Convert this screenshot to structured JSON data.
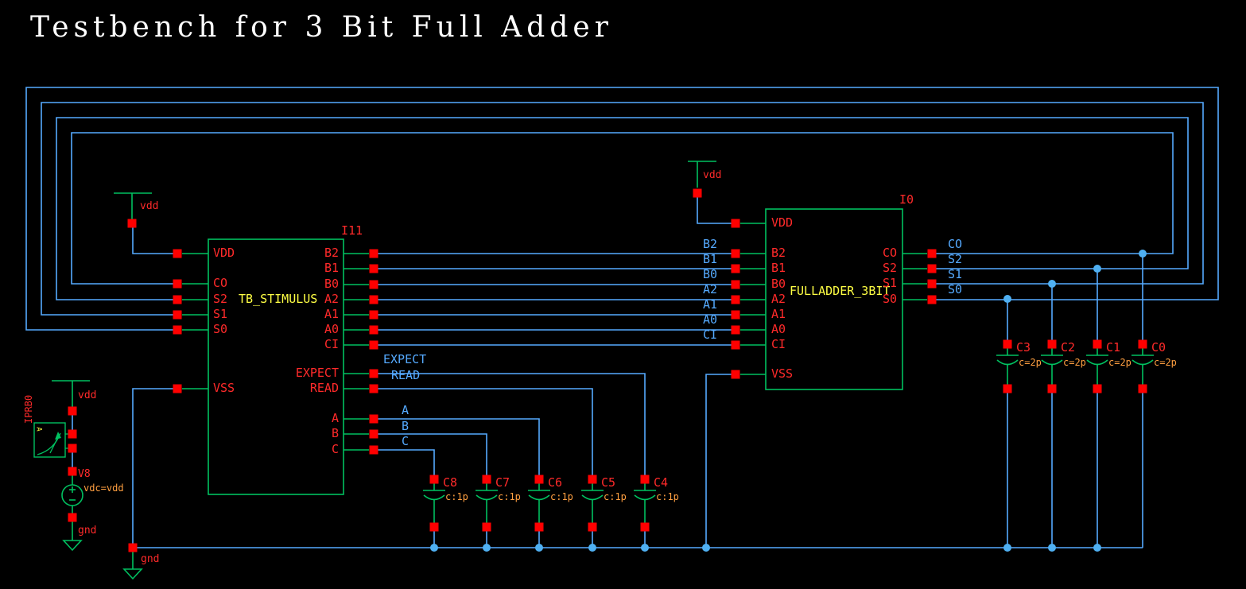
{
  "title": "Testbench for 3 Bit Full Adder",
  "tb": {
    "instance": "I11",
    "name": "TB_STIMULUS",
    "pins_left": [
      "VDD",
      "CO",
      "S2",
      "S1",
      "S0",
      "VSS"
    ],
    "pins_right": [
      "B2",
      "B1",
      "B0",
      "A2",
      "A1",
      "A0",
      "CI",
      "EXPECT",
      "READ",
      "A",
      "B",
      "C"
    ]
  },
  "fa": {
    "instance": "I0",
    "name": "FULLADDER_3BIT",
    "pins_left": [
      "VDD",
      "B2",
      "B1",
      "B0",
      "A2",
      "A1",
      "A0",
      "CI",
      "VSS"
    ],
    "pins_right": [
      "CO",
      "S2",
      "S1",
      "S0"
    ]
  },
  "nets": {
    "bus": [
      "B2",
      "B1",
      "B0",
      "A2",
      "A1",
      "A0",
      "CI"
    ],
    "outputs": [
      "CO",
      "S2",
      "S1",
      "S0"
    ],
    "stim": [
      "EXPECT",
      "READ",
      "A",
      "B",
      "C"
    ]
  },
  "caps_mid": [
    {
      "name": "C8",
      "value": "c:1p"
    },
    {
      "name": "C7",
      "value": "c:1p"
    },
    {
      "name": "C6",
      "value": "c:1p"
    },
    {
      "name": "C5",
      "value": "c:1p"
    },
    {
      "name": "C4",
      "value": "c:1p"
    }
  ],
  "caps_right": [
    {
      "name": "C3",
      "value": "c=2p"
    },
    {
      "name": "C2",
      "value": "c=2p"
    },
    {
      "name": "C1",
      "value": "c=2p"
    },
    {
      "name": "C0",
      "value": "c=2p"
    }
  ],
  "power": {
    "vdd": "vdd",
    "gnd": "gnd"
  },
  "source": {
    "name": "V8",
    "value": "vdc=vdd"
  },
  "probe": {
    "name": "IPRB0",
    "meter": "A"
  },
  "colors": {
    "background": "#000000",
    "wire_blue": "#55aaff",
    "junction_blue": "#4fb0f2",
    "component_green": "#00c060",
    "pin_red": "#ff0000",
    "label_red": "#ff2a2a",
    "instance_name_yellow": "#ffff44",
    "value_orange": "#ff9f40",
    "net_label_blue": "#55aaff",
    "title_white": "#ffffff"
  }
}
